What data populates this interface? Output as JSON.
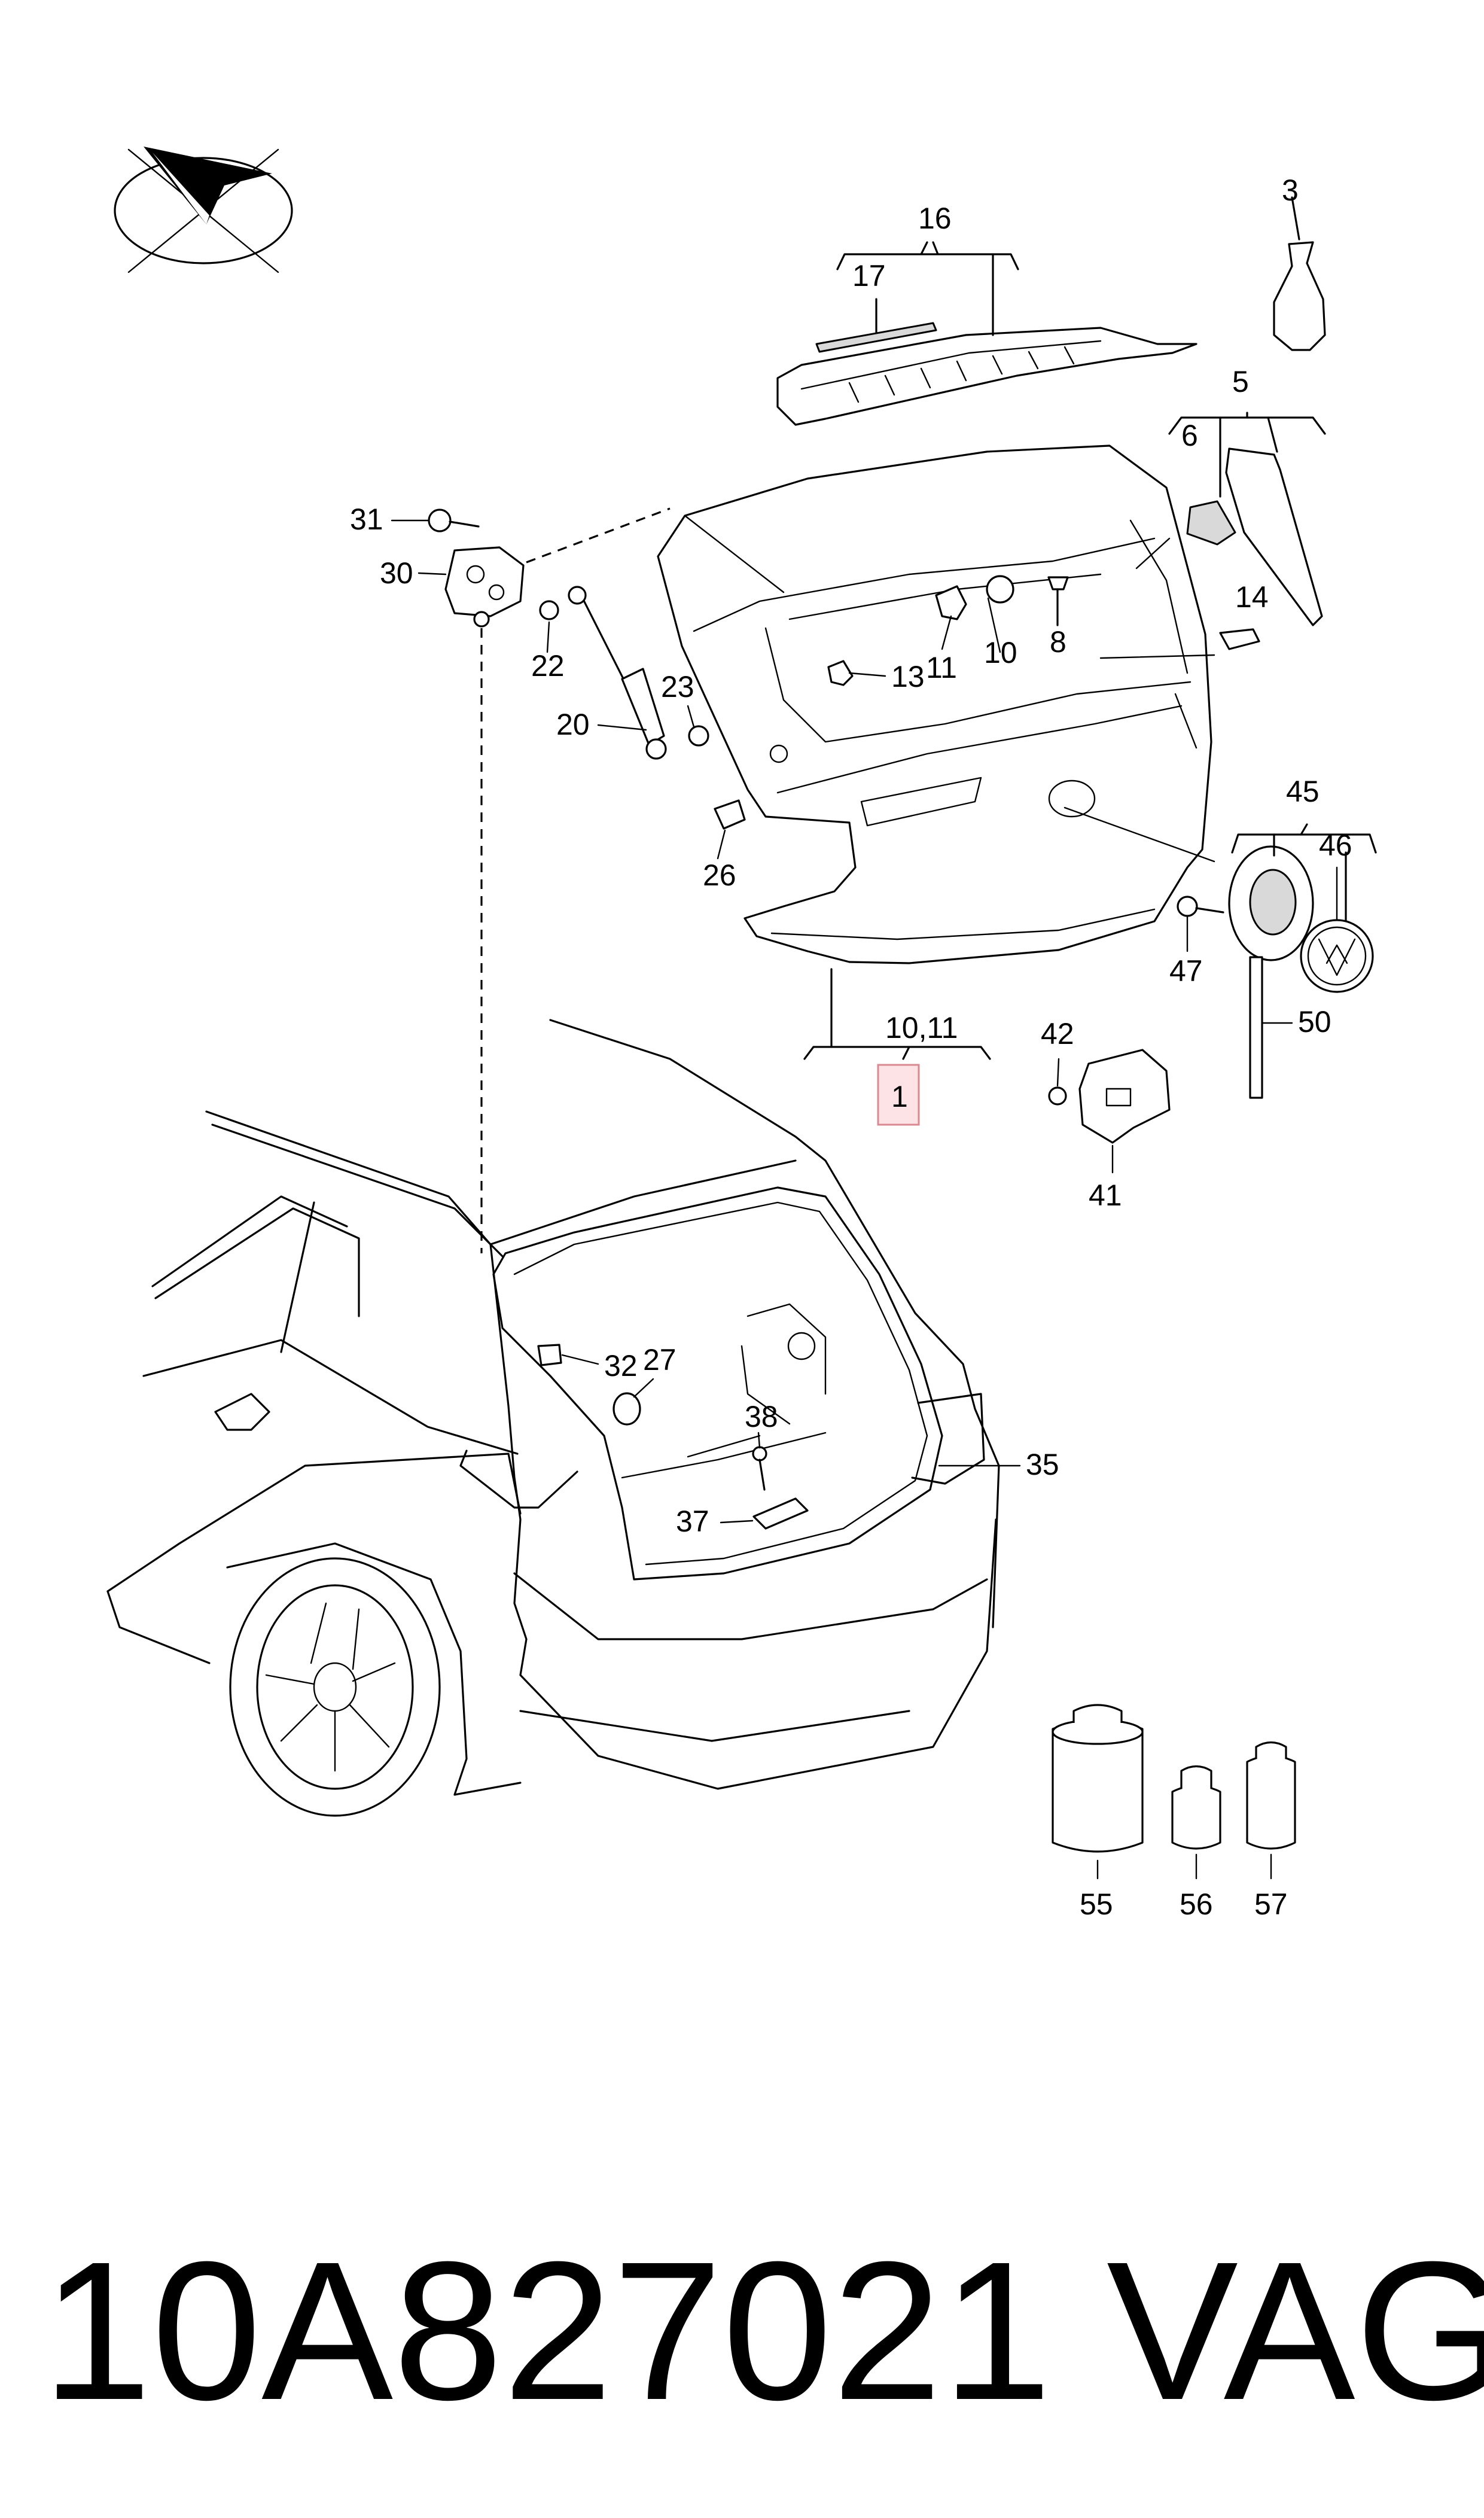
{
  "diagram": {
    "callouts": {
      "c1": "1",
      "c3": "3",
      "c5": "5",
      "c6": "6",
      "c8": "8",
      "c10": "10",
      "c10_11": "10,11",
      "c11": "11",
      "c13": "13",
      "c14": "14",
      "c16": "16",
      "c17": "17",
      "c20": "20",
      "c22": "22",
      "c23": "23",
      "c26": "26",
      "c27": "27",
      "c30": "30",
      "c31": "31",
      "c32": "32",
      "c35": "35",
      "c37": "37",
      "c38": "38",
      "c41": "41",
      "c42": "42",
      "c45": "45",
      "c46": "46",
      "c47": "47",
      "c50": "50",
      "c55": "55",
      "c56": "56",
      "c57": "57"
    },
    "highlight_color": "#fde3e5"
  },
  "footer": {
    "part_number": "10A827021",
    "brand": "VAG"
  }
}
